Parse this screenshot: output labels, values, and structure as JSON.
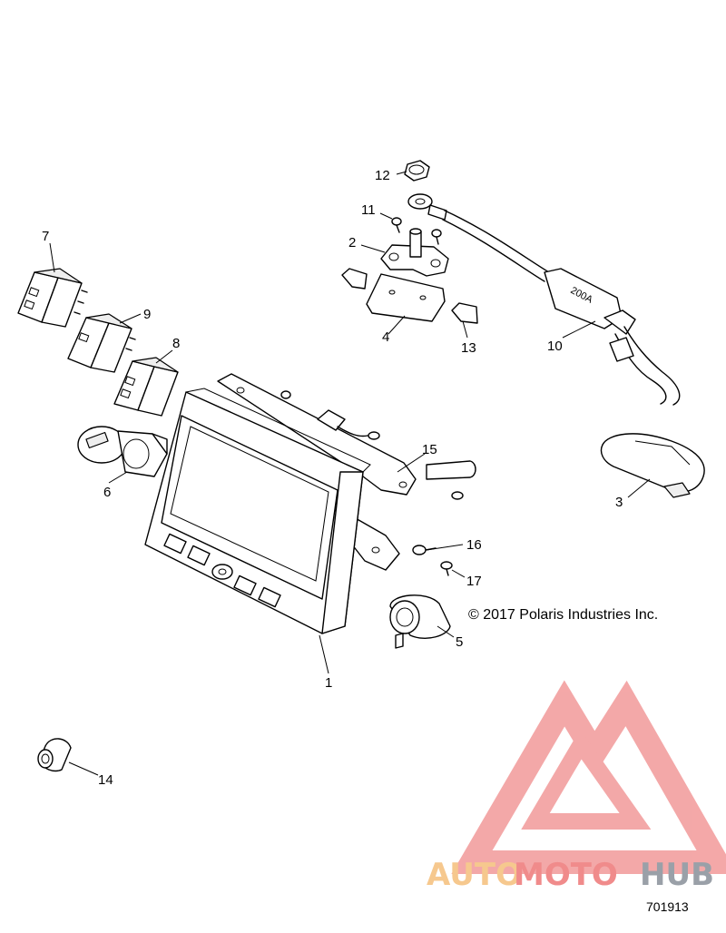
{
  "diagram": {
    "callouts": [
      {
        "id": "1",
        "label": "1"
      },
      {
        "id": "2",
        "label": "2"
      },
      {
        "id": "3",
        "label": "3"
      },
      {
        "id": "4",
        "label": "4"
      },
      {
        "id": "5",
        "label": "5"
      },
      {
        "id": "6",
        "label": "6"
      },
      {
        "id": "7",
        "label": "7"
      },
      {
        "id": "8",
        "label": "8"
      },
      {
        "id": "9",
        "label": "9"
      },
      {
        "id": "10",
        "label": "10"
      },
      {
        "id": "11",
        "label": "11"
      },
      {
        "id": "12",
        "label": "12"
      },
      {
        "id": "13",
        "label": "13"
      },
      {
        "id": "14",
        "label": "14"
      },
      {
        "id": "15",
        "label": "15"
      },
      {
        "id": "16",
        "label": "16"
      },
      {
        "id": "17",
        "label": "17"
      }
    ],
    "fuse_marking": "200A",
    "copyright": "© 2017 Polaris Industries Inc.",
    "document_number": "701913"
  },
  "watermark": {
    "part1": "AUTO",
    "part2": "MOTO",
    "part3": "HUB",
    "colors": {
      "auto": "#f6c88e",
      "moto": "#f08b8b",
      "hub": "#9aa0a8",
      "logo": "#f08b8b"
    }
  }
}
